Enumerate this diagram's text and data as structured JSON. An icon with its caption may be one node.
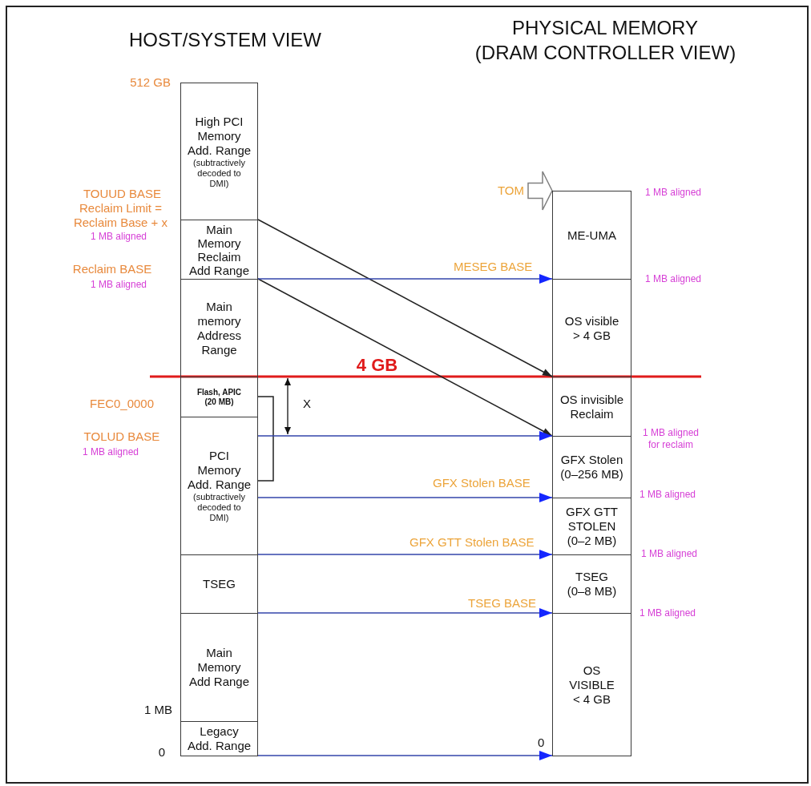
{
  "diagram": {
    "nodes": [
      {
        "text": [
          "High PCI Memory Add. Range",
          "(subtractively decoded to DMI)"
        ]
      },
      {
        "text": [
          "Main Memory Reclaim Add Range"
        ]
      },
      {
        "text": [
          "Main memory Address Range"
        ]
      },
      {
        "text": [
          "Flash, APIC (20 MB)"
        ]
      },
      {
        "text": [
          "PCI Memory Add. Range",
          "(subtractively decoded to DMI)"
        ]
      },
      {
        "text": [
          "TSEG"
        ]
      },
      {
        "text": [
          "Main Memory Add Range"
        ]
      },
      {
        "text": [
          "Legacy Add. Range"
        ]
      },
      {
        "text": [
          "TOM"
        ]
      },
      {
        "text": [
          "ME-UMA"
        ]
      },
      {
        "text": [
          "OS visible > 4 GB"
        ]
      },
      {
        "text": [
          "OS invisible Reclaim"
        ]
      },
      {
        "text": [
          "GFX Stolen (0–256 MB)"
        ]
      },
      {
        "text": [
          "GFX GTT STOLEN (0–2 MB)"
        ]
      },
      {
        "text": [
          "TSEG (0–8 MB)"
        ]
      },
      {
        "text": [
          "OS VISIBLE < 4 GB"
        ]
      }
    ],
    "edges": [
      {
        "from": 8,
        "to": 9,
        "arrow": "to",
        "color": "#808080"
      },
      {
        "from": 1,
        "to": 11,
        "arrow": "to",
        "color": "#222222"
      },
      {
        "from": 1,
        "to": 12,
        "arrow": "to",
        "color": "#222222"
      },
      {
        "from": 2,
        "to": 10,
        "arrow": "to",
        "label": "MESEG BASE"
      },
      {
        "from": 3,
        "to": 4,
        "arrow": "none",
        "color": "#222222"
      },
      {
        "from": 4,
        "to": 12,
        "arrow": "to"
      },
      {
        "from": 4,
        "to": 13,
        "arrow": "to",
        "label": "GFX Stolen BASE"
      },
      {
        "from": 5,
        "to": 14,
        "arrow": "to",
        "label": "GFX GTT Stolen BASE"
      },
      {
        "from": 6,
        "to": 15,
        "arrow": "to",
        "label": "TSEG BASE"
      },
      {
        "from": 7,
        "to": 15,
        "arrow": "to",
        "label": "0"
      }
    ],
    "labels": [
      "HOST/SYSTEM VIEW",
      "PHYSICAL MEMORY",
      "(DRAM CONTROLLER VIEW)",
      "512 GB",
      "TOUUD BASE",
      "1 MB aligned",
      "Reclaim Limit = Reclaim Base + x",
      "1 MB aligned",
      "Reclaim BASE",
      "1 MB aligned",
      "1 MB aligned",
      "4 GB",
      "FEC0_0000",
      "X",
      "TOLUD BASE",
      "1 MB aligned for reclaim",
      "1 MB aligned",
      "1 MB aligned",
      "1 MB aligned",
      "1 MB aligned",
      "1 MB",
      "0"
    ]
  }
}
